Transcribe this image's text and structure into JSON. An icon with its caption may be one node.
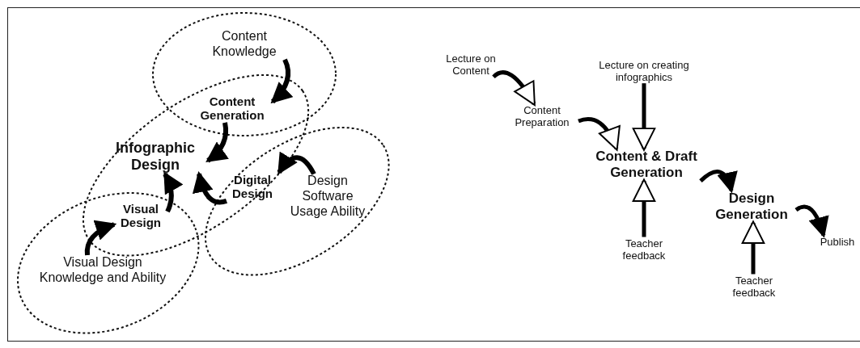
{
  "diagram": {
    "nodes": [
      {
        "text": [],
        "shape": "ellipse"
      },
      {
        "text": [
          "Content Knowledge"
        ],
        "in": 0
      },
      {
        "text": [],
        "shape": "ellipse"
      },
      {
        "text": [
          "Infographic Design"
        ],
        "in": 2
      },
      {
        "text": [],
        "shape": "ellipse"
      },
      {
        "text": [
          "Design Software Usage Ability"
        ],
        "in": 4
      },
      {
        "text": [],
        "shape": "ellipse"
      },
      {
        "text": [
          "Visual Design Knowledge and Ability"
        ],
        "in": 6
      },
      {
        "text": [
          "Content Generation"
        ]
      },
      {
        "text": [
          "Digital Design"
        ]
      },
      {
        "text": [
          "Visual Design"
        ]
      },
      {
        "text": [
          "Lecture on Content"
        ]
      },
      {
        "text": [
          "Lecture on creating infographics"
        ]
      },
      {
        "text": [
          "Content Preparation"
        ]
      },
      {
        "text": [
          "Content & Draft Generation"
        ]
      },
      {
        "text": [
          "Teacher feedback"
        ]
      },
      {
        "text": [
          "Design Generation"
        ]
      },
      {
        "text": [
          "Publish"
        ]
      },
      {
        "text": [
          "Teacher feedback"
        ]
      }
    ],
    "edges": [
      {
        "from": 1,
        "to": 8,
        "arrow": "to"
      },
      {
        "from": 8,
        "to": 3,
        "arrow": "to"
      },
      {
        "from": 10,
        "to": 3,
        "arrow": "to"
      },
      {
        "from": 9,
        "to": 3,
        "arrow": "to"
      },
      {
        "from": 5,
        "to": 9,
        "arrow": "to"
      },
      {
        "from": 7,
        "to": 10,
        "arrow": "to"
      },
      {
        "from": 11,
        "to": 13,
        "arrow": "to"
      },
      {
        "from": 13,
        "to": 14,
        "arrow": "to"
      },
      {
        "from": 12,
        "to": 14,
        "arrow": "to"
      },
      {
        "from": 15,
        "to": 14,
        "arrow": "to"
      },
      {
        "from": 14,
        "to": 16,
        "arrow": "to"
      },
      {
        "from": 16,
        "to": 17,
        "arrow": "to"
      },
      {
        "from": 18,
        "to": 16,
        "arrow": "to"
      }
    ]
  }
}
